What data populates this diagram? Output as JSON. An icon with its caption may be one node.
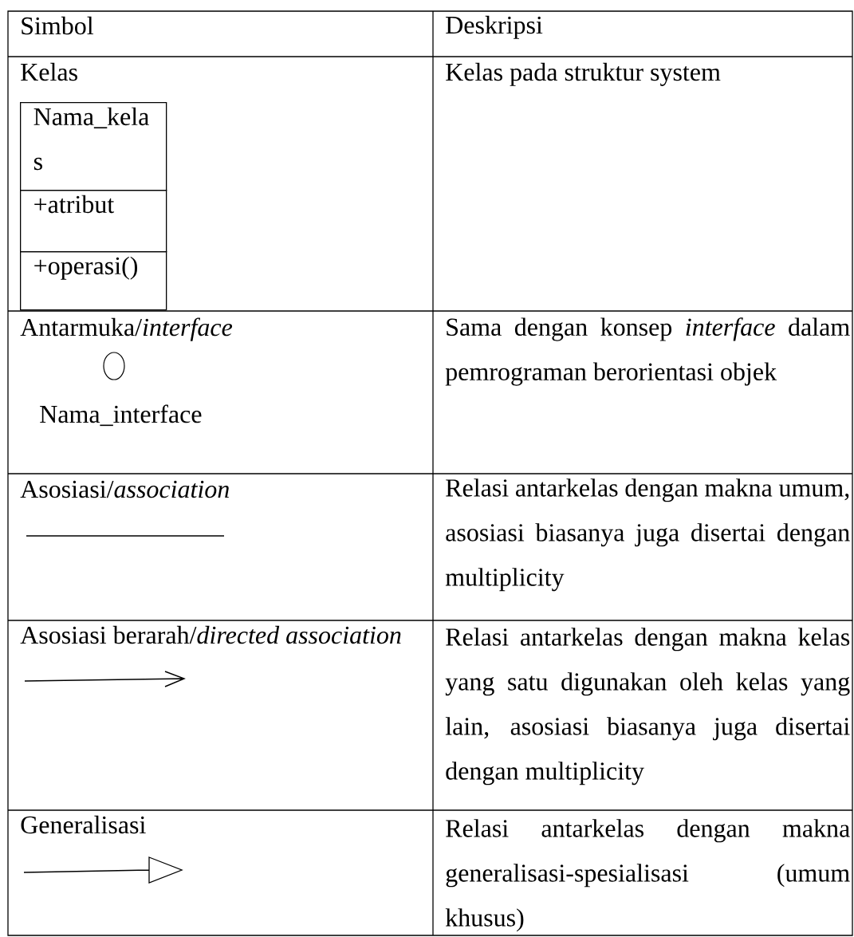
{
  "diagram": {
    "nodes": [
      {
        "text": [
          "Nama_kela s"
        ]
      },
      {
        "text": [
          "+atribut"
        ]
      },
      {
        "text": [
          "+operasi()"
        ]
      },
      {
        "text": [],
        "shape": "circle",
        "beside": [
          "Nama_interface"
        ]
      }
    ],
    "labels": [
      "Simbol",
      "Deskripsi",
      "Kelas",
      "Kelas pada struktur system",
      "Antarmuka/*interface*",
      "Sama dengan konsep *interface* dalam pemrograman berorientasi objek",
      "Asosiasi/*association*",
      "Relasi antarkelas dengan makna umum, asosiasi biasanya juga disertai dengan multiplicity",
      "Asosiasi berarah/*directed association*",
      "Relasi antarkelas dengan makna kelas yang satu digunakan oleh kelas yang lain, asosiasi biasanya juga disertai dengan multiplicity",
      "Generalisasi",
      "Relasi antarkelas dengan makna generalisasi-spesialisasi (umum khusus)"
    ]
  }
}
